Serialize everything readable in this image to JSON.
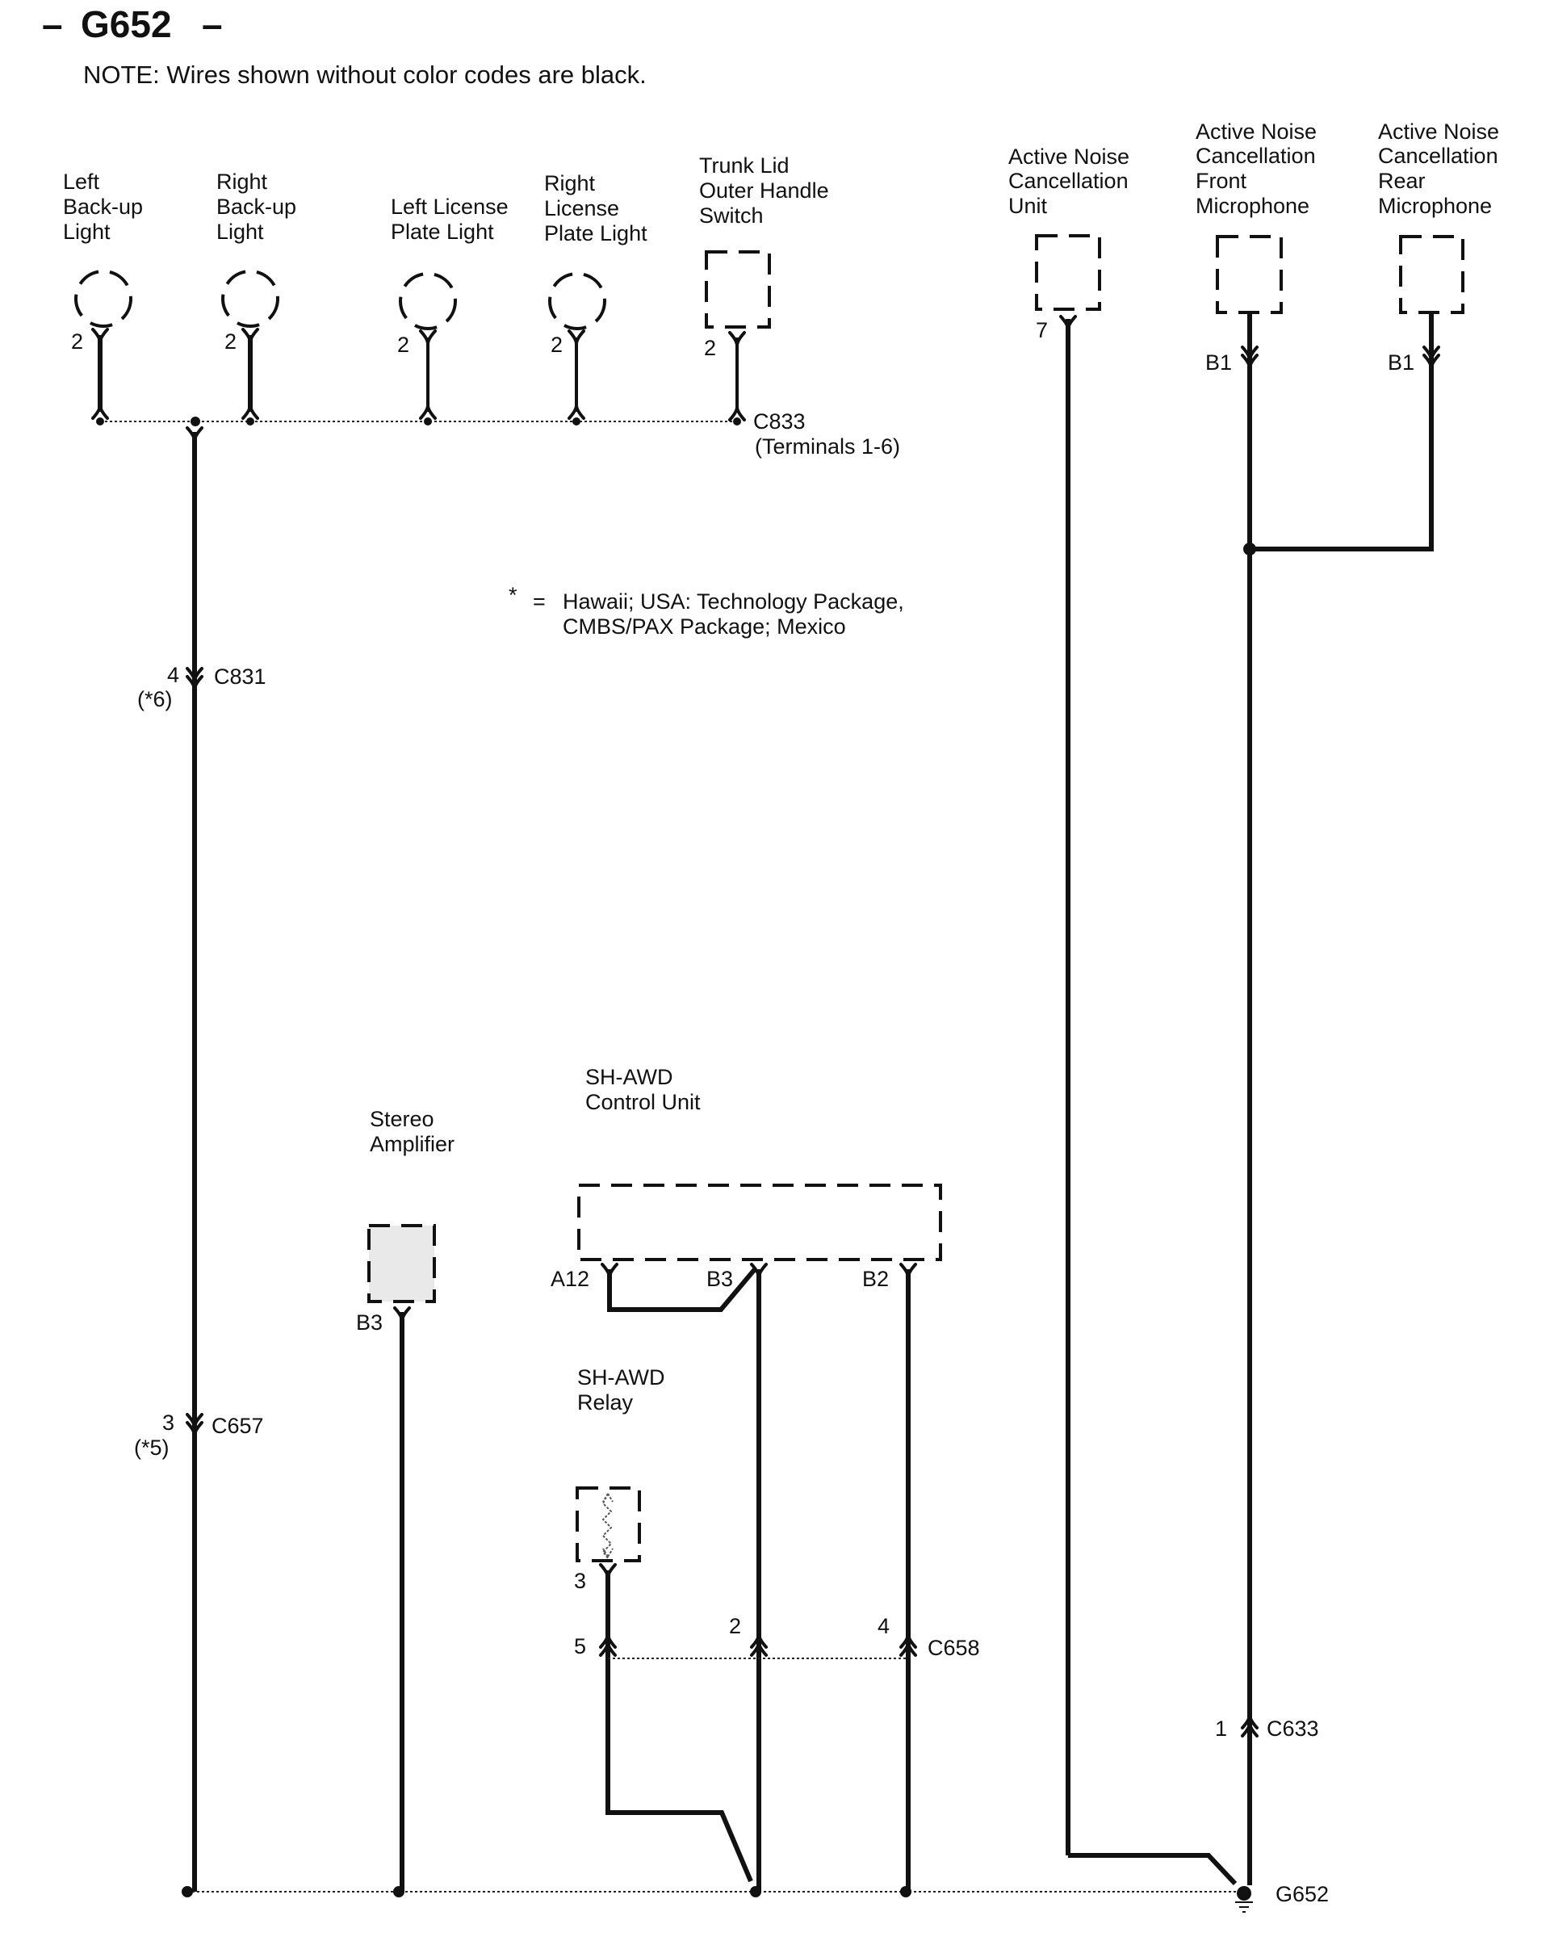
{
  "header": {
    "title": "G652",
    "note": "NOTE: Wires shown without color codes are black."
  },
  "footnote": {
    "symbol": "*",
    "equals": "=",
    "lines": [
      "Hawaii; USA: Technology Package,",
      "CMBS/PAX Package; Mexico"
    ]
  },
  "components": {
    "left_backup_light": {
      "name_lines": [
        "Left",
        "Back-up",
        "Light"
      ],
      "pin": "2",
      "type": "light"
    },
    "right_backup_light": {
      "name_lines": [
        "Right",
        "Back-up",
        "Light"
      ],
      "pin": "2",
      "type": "light"
    },
    "left_license_light": {
      "name_lines": [
        "Left License",
        "Plate Light"
      ],
      "pin": "2",
      "type": "light"
    },
    "right_license_light": {
      "name_lines": [
        "Right",
        "License",
        "Plate Light"
      ],
      "pin": "2",
      "type": "light"
    },
    "trunk_switch": {
      "name_lines": [
        "Trunk Lid",
        "Outer Handle",
        "Switch"
      ],
      "pin": "2",
      "type": "box"
    },
    "anc_unit": {
      "name_lines": [
        "Active Noise",
        "Cancellation",
        "Unit"
      ],
      "pin": "7",
      "type": "box"
    },
    "anc_front_mic": {
      "name_lines": [
        "Active Noise",
        "Cancellation",
        "Front",
        "Microphone"
      ],
      "pin": "B1",
      "type": "box"
    },
    "anc_rear_mic": {
      "name_lines": [
        "Active Noise",
        "Cancellation",
        "Rear",
        "Microphone"
      ],
      "pin": "B1",
      "type": "box"
    },
    "stereo_amp": {
      "name_lines": [
        "Stereo",
        "Amplifier"
      ],
      "pin": "B3",
      "type": "box-shaded"
    },
    "shawd_control_unit": {
      "name_lines": [
        "SH-AWD",
        "Control Unit"
      ],
      "pins": [
        "A12",
        "B3",
        "B2"
      ],
      "type": "box"
    },
    "shawd_relay": {
      "name_lines": [
        "SH-AWD",
        "Relay"
      ],
      "pin": "3",
      "type": "relay"
    }
  },
  "connectors": {
    "c833": {
      "id": "C833",
      "sub": "(Terminals 1-6)"
    },
    "c831": {
      "id": "C831",
      "pin": "4",
      "alt_pin": "(*6)"
    },
    "c657": {
      "id": "C657",
      "pin": "3",
      "alt_pin": "(*5)"
    },
    "c658": {
      "id": "C658",
      "pins": [
        "5",
        "2",
        "4"
      ]
    },
    "c633": {
      "id": "C633",
      "pin": "1"
    }
  },
  "ground": {
    "id": "G652"
  }
}
